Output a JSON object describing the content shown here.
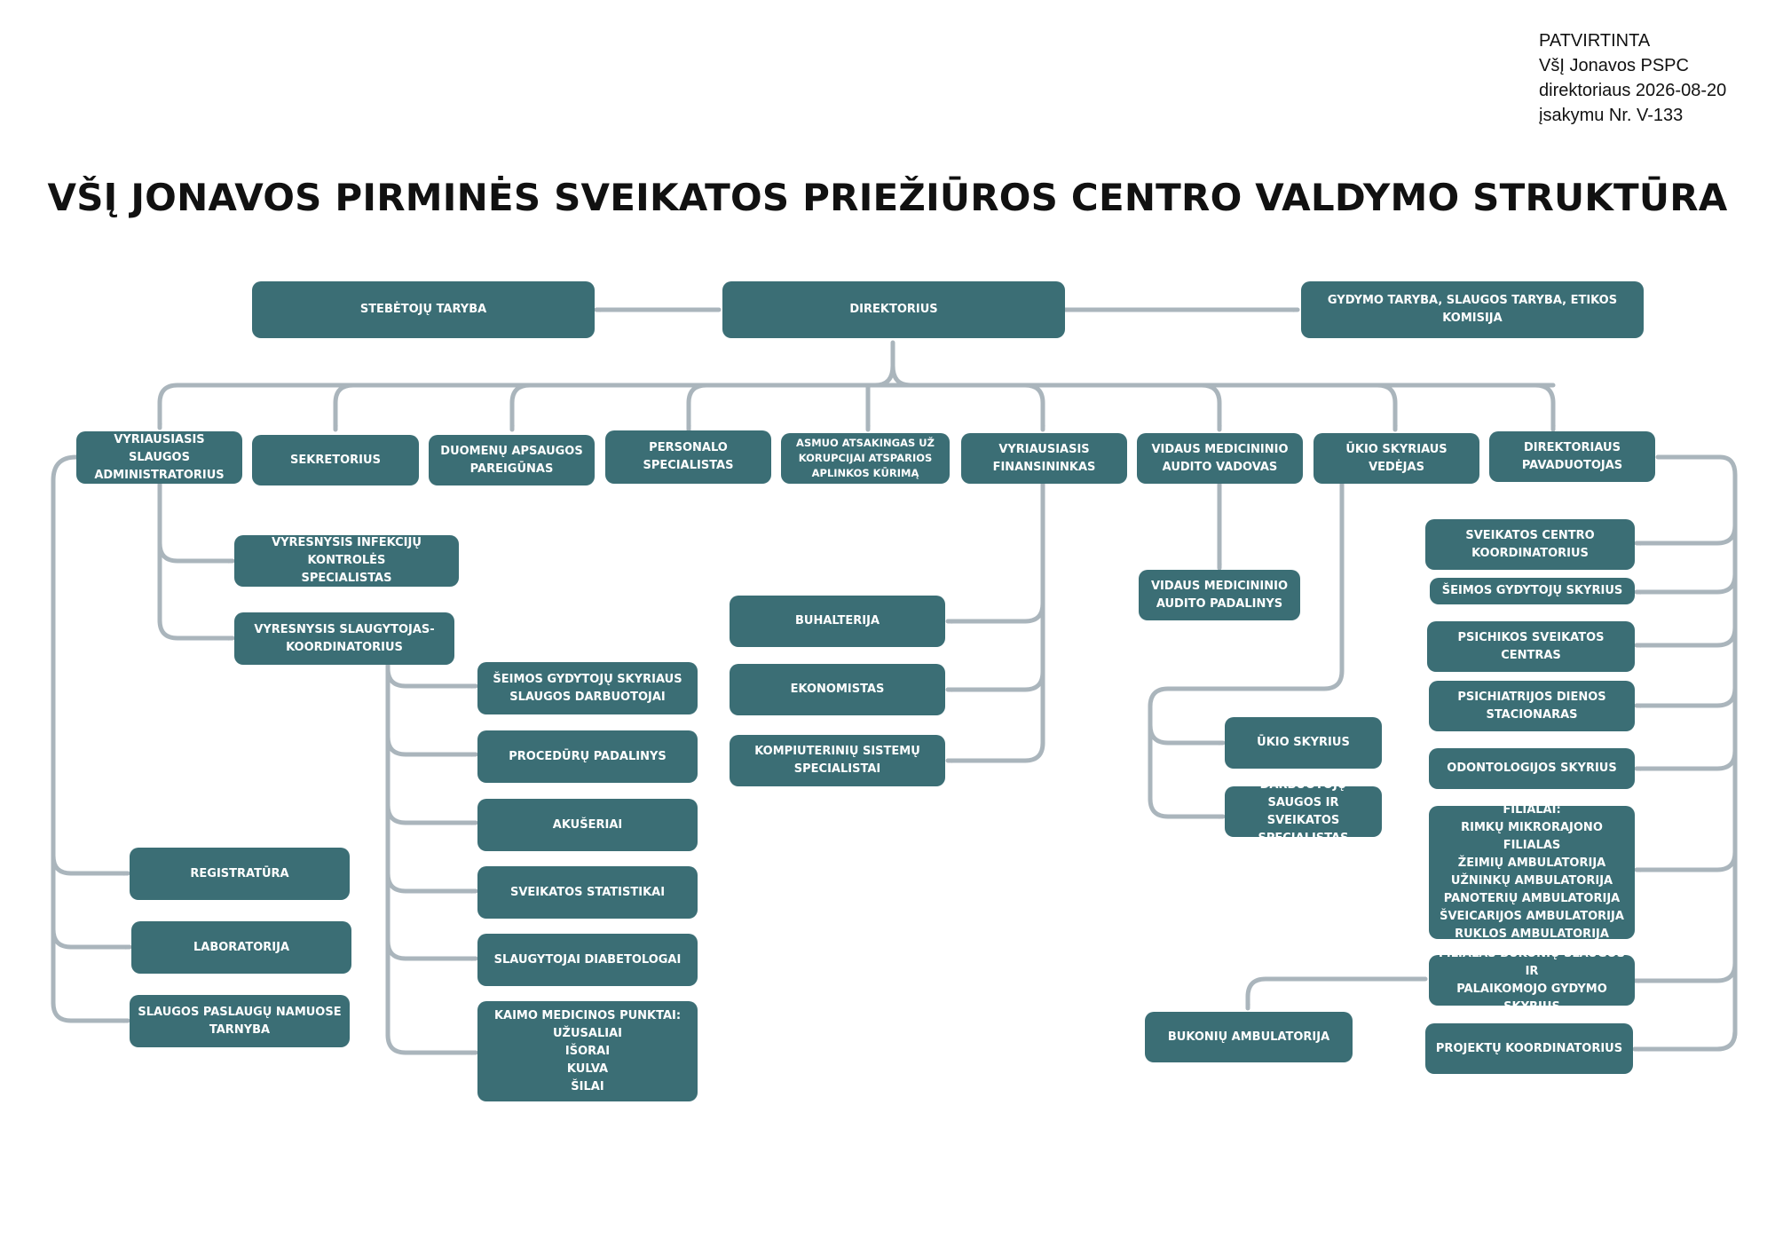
{
  "approval": {
    "line1": "PATVIRTINTA",
    "line2": "VšĮ Jonavos PSPC",
    "line3": "direktoriaus 2026-08-20",
    "line4": "įsakymu Nr. V-133"
  },
  "title": "VŠĮ JONAVOS PIRMINĖS SVEIKATOS PRIEŽIŪROS CENTRO VALDYMO STRUKTŪRA",
  "colors": {
    "node_fill": "#3b6e75",
    "connector": "#aab5bc",
    "text": "#111111"
  },
  "nodes": {
    "stebetoju_taryba": {
      "lines": [
        "STEBĖTOJŲ TARYBA"
      ]
    },
    "direktorius": {
      "lines": [
        "DIREKTORIUS"
      ]
    },
    "gydymo_taryba": {
      "lines": [
        "GYDYMO TARYBA, SLAUGOS TARYBA, ETIKOS KOMISIJA"
      ]
    },
    "vyr_slaugos_admin": {
      "lines": [
        "VYRIAUSIASIS SLAUGOS",
        "ADMINISTRATORIUS"
      ]
    },
    "sekretorius": {
      "lines": [
        "SEKRETORIUS"
      ]
    },
    "duomenu_apsaugos": {
      "lines": [
        "DUOMENŲ APSAUGOS",
        "PAREIGŪNAS"
      ]
    },
    "personalo_specialistas": {
      "lines": [
        "PERSONALO SPECIALISTAS"
      ]
    },
    "asmuo_korupcija": {
      "lines": [
        "ASMUO ATSAKINGAS UŽ",
        "KORUPCIJAI ATSPARIOS",
        "APLINKOS KŪRIMĄ"
      ]
    },
    "vyr_finansininkas": {
      "lines": [
        "VYRIAUSIASIS",
        "FINANSININKAS"
      ]
    },
    "vidaus_audito_vadovas": {
      "lines": [
        "VIDAUS MEDICININIO",
        "AUDITO VADOVAS"
      ]
    },
    "ukio_vedejas": {
      "lines": [
        "ŪKIO SKYRIAUS VEDĖJAS"
      ]
    },
    "direktoriaus_pavaduotojas": {
      "lines": [
        "DIREKTORIAUS",
        "PAVADUOTOJAS"
      ]
    },
    "infekciju_kontrole": {
      "lines": [
        "VYRESNYSIS INFEKCIJŲ KONTROLĖS",
        "SPECIALISTAS"
      ]
    },
    "slaugytojas_koordinatorius": {
      "lines": [
        "VYRESNYSIS SLAUGYTOJAS-",
        "KOORDINATORIUS"
      ]
    },
    "seimos_slaugos_darbuotojai": {
      "lines": [
        "ŠEIMOS GYDYTOJŲ SKYRIAUS",
        "SLAUGOS DARBUOTOJAI"
      ]
    },
    "proceduru_padalinys": {
      "lines": [
        "PROCEDŪRŲ PADALINYS"
      ]
    },
    "akuseriai": {
      "lines": [
        "AKUŠERIAI"
      ]
    },
    "sveikatos_statistikai": {
      "lines": [
        "SVEIKATOS STATISTIKAI"
      ]
    },
    "slaugytojai_diabetologai": {
      "lines": [
        "SLAUGYTOJAI DIABETOLOGAI"
      ]
    },
    "kaimo_punktai": {
      "lines": [
        "KAIMO MEDICINOS PUNKTAI:",
        "UŽUSALIAI",
        "IŠORAI",
        "KULVA",
        "ŠILAI"
      ]
    },
    "registratura": {
      "lines": [
        "REGISTRATŪRA"
      ]
    },
    "laboratorija": {
      "lines": [
        "LABORATORIJA"
      ]
    },
    "namuose_tarnyba": {
      "lines": [
        "SLAUGOS PASLAUGŲ NAMUOSE",
        "TARNYBA"
      ]
    },
    "buhalterija": {
      "lines": [
        "BUHALTERIJA"
      ]
    },
    "ekonomistas": {
      "lines": [
        "EKONOMISTAS"
      ]
    },
    "kompiuteriniu_specialistai": {
      "lines": [
        "KOMPIUTERINIŲ SISTEMŲ",
        "SPECIALISTAI"
      ]
    },
    "audito_padalinys": {
      "lines": [
        "VIDAUS MEDICININIO",
        "AUDITO PADALINYS"
      ]
    },
    "ukio_skyrius": {
      "lines": [
        "ŪKIO SKYRIUS"
      ]
    },
    "darbuotoju_sauga": {
      "lines": [
        "DARBUOTOJŲ SAUGOS IR",
        "SVEIKATOS SPECIALISTAS"
      ]
    },
    "centro_koordinatorius": {
      "lines": [
        "SVEIKATOS CENTRO",
        "KOORDINATORIUS"
      ]
    },
    "seimos_skyrius": {
      "lines": [
        "ŠEIMOS GYDYTOJŲ SKYRIUS"
      ]
    },
    "psichikos_centras": {
      "lines": [
        "PSICHIKOS SVEIKATOS CENTRAS"
      ]
    },
    "psichiatrijos_stacionaras": {
      "lines": [
        "PSICHIATRIJOS DIENOS",
        "STACIONARAS"
      ]
    },
    "odontologijos_skyrius": {
      "lines": [
        "ODONTOLOGIJOS SKYRIUS"
      ]
    },
    "filialai": {
      "lines": [
        "FILIALAI:",
        "RIMKŲ MIKRORAJONO FILIALAS",
        "ŽEIMIŲ AMBULATORIJA",
        "UŽNINKŲ AMBULATORIJA",
        "PANOTERIŲ AMBULATORIJA",
        "ŠVEICARIJOS AMBULATORIJA",
        "RUKLOS AMBULATORIJA"
      ]
    },
    "bukoniu_filialas": {
      "lines": [
        "FILIALAS BUKONIŲ SLAUGOS IR",
        "PALAIKOMOJO GYDYMO SKYRIUS"
      ]
    },
    "bukoniu_ambulatorija": {
      "lines": [
        "BUKONIŲ AMBULATORIJA"
      ]
    },
    "projektu_koordinatorius": {
      "lines": [
        "PROJEKTŲ KOORDINATORIUS"
      ]
    }
  }
}
